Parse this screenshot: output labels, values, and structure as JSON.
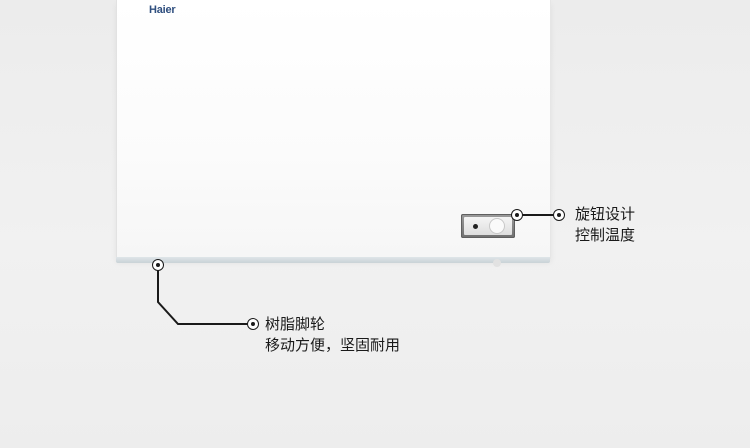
{
  "product": {
    "brand": "Haier"
  },
  "callouts": {
    "knob": {
      "title": "旋钮设计",
      "subtitle": "控制温度"
    },
    "wheel": {
      "title": "树脂脚轮",
      "subtitle": "移动方便，坚固耐用"
    }
  },
  "colors": {
    "brand": "#2f4f7f",
    "background": "#efefef",
    "leader": "#1a1a1a"
  },
  "icons": {
    "knob_indicator": "dot",
    "callout_marker": "ring-dot"
  }
}
